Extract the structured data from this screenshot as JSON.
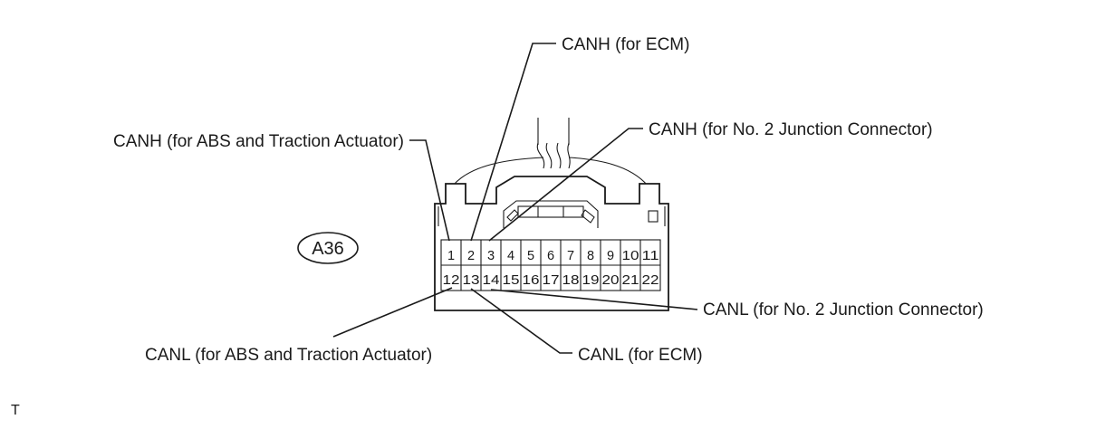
{
  "connector_id": "A36",
  "corner_mark": "T",
  "pins_top": [
    "1",
    "2",
    "3",
    "4",
    "5",
    "6",
    "7",
    "8",
    "9",
    "10",
    "11"
  ],
  "pins_bottom": [
    "12",
    "13",
    "14",
    "15",
    "16",
    "17",
    "18",
    "19",
    "20",
    "21",
    "22"
  ],
  "labels": {
    "canh_ecm": "CANH (for ECM)",
    "canh_abs": "CANH (for ABS and Traction Actuator)",
    "canh_jc2": "CANH (for No. 2 Junction Connector)",
    "canl_jc2": "CANL (for No. 2 Junction Connector)",
    "canl_abs": "CANL (for ABS and Traction Actuator)",
    "canl_ecm": "CANL (for ECM)"
  }
}
